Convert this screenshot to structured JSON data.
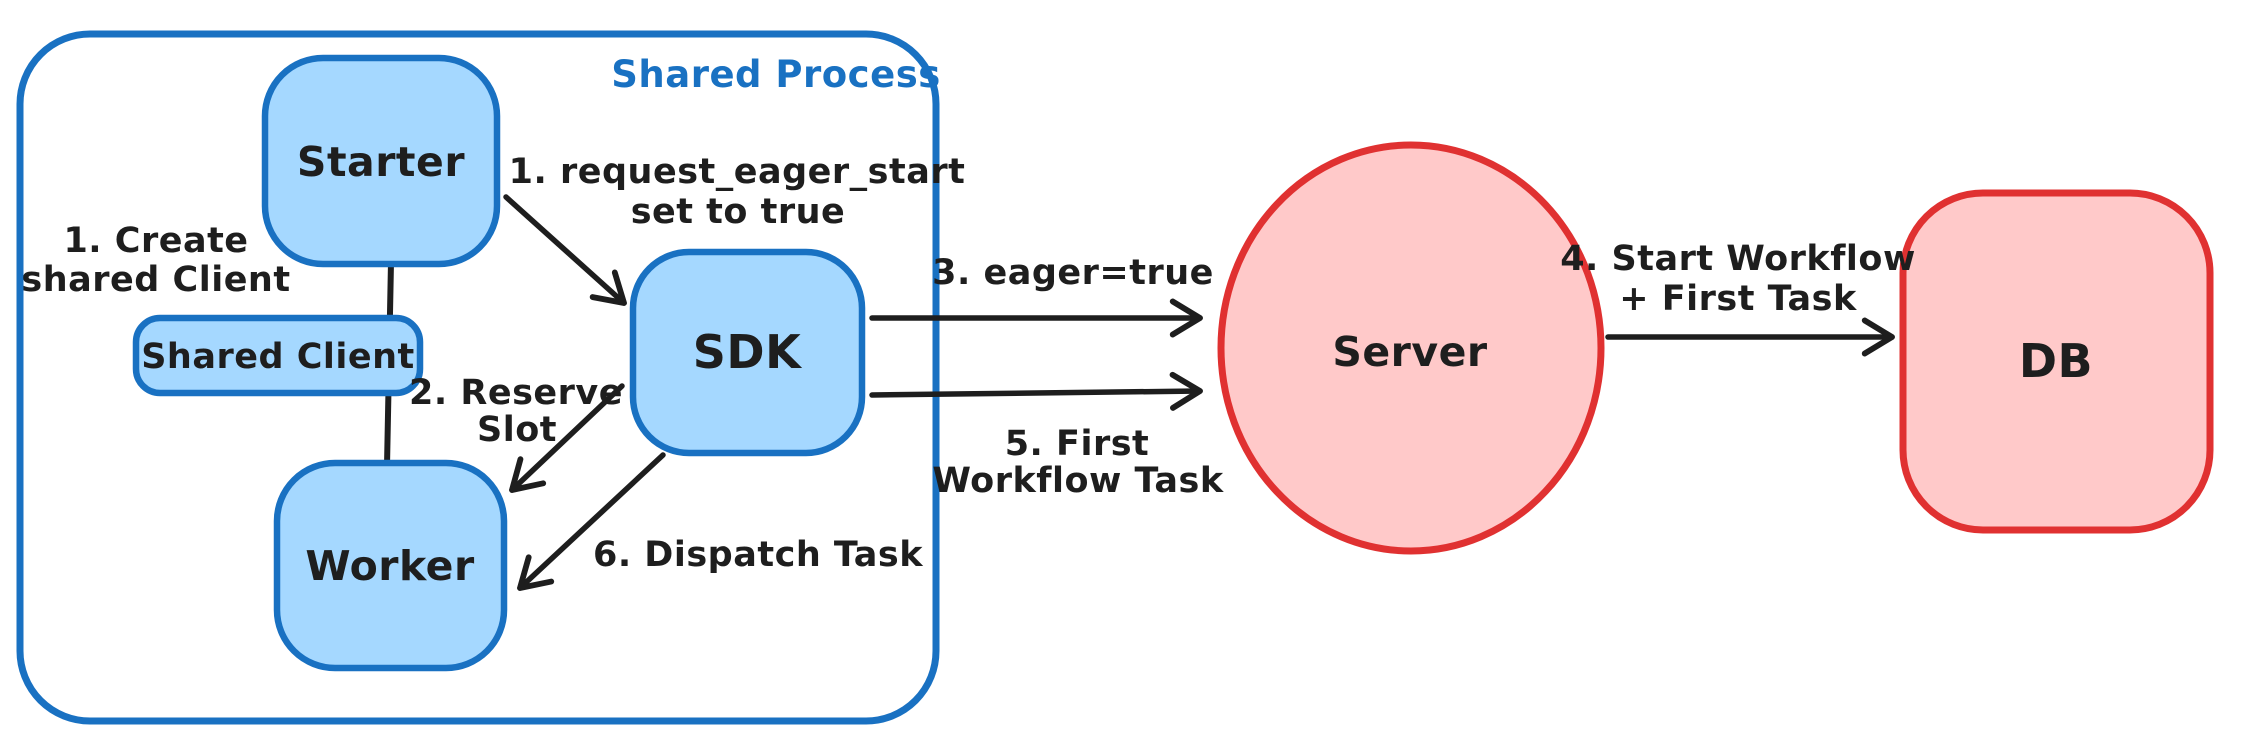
{
  "container": {
    "label": "Shared Process"
  },
  "nodes": {
    "starter": {
      "label": "Starter"
    },
    "shared_client": {
      "label": "Shared Client"
    },
    "worker": {
      "label": "Worker"
    },
    "sdk": {
      "label": "SDK"
    },
    "server": {
      "label": "Server"
    },
    "db": {
      "label": "DB"
    }
  },
  "annotations": {
    "create_shared_client": {
      "line1": "1. Create",
      "line2": "shared Client"
    },
    "request_eager_start": {
      "line1": "1. request_eager_start",
      "line2": "set to true"
    },
    "reserve_slot": {
      "line1": "2. Reserve",
      "line2": "Slot"
    },
    "eager_true": {
      "line1": "3. eager=true"
    },
    "start_workflow_first_task": {
      "line1": "4. Start Workflow",
      "line2": "+ First Task"
    },
    "first_workflow_task": {
      "line1": "5. First",
      "line2": "Workflow Task"
    },
    "dispatch_task": {
      "line1": "6. Dispatch Task"
    }
  },
  "edges": [
    {
      "from": "starter",
      "to": "worker",
      "type": "line",
      "label": ""
    },
    {
      "from": "starter",
      "to": "sdk",
      "type": "arrow",
      "label": "1. request_eager_start set to true"
    },
    {
      "from": "sdk",
      "to": "worker",
      "type": "arrow",
      "label": "2. Reserve Slot"
    },
    {
      "from": "sdk",
      "to": "server",
      "type": "arrow",
      "label": "3. eager=true"
    },
    {
      "from": "server",
      "to": "db",
      "type": "arrow",
      "label": "4. Start Workflow + First Task"
    },
    {
      "from": "sdk",
      "to": "server",
      "type": "arrow",
      "label": "5. First Workflow Task"
    },
    {
      "from": "sdk",
      "to": "worker",
      "type": "arrow",
      "label": "6. Dispatch Task"
    }
  ],
  "colors": {
    "blue_stroke": "#1971c2",
    "blue_fill": "#a5d8ff",
    "red_stroke": "#e03131",
    "red_fill": "#ffc9c9",
    "ink": "#1e1e1e",
    "background": "#ffffff"
  }
}
